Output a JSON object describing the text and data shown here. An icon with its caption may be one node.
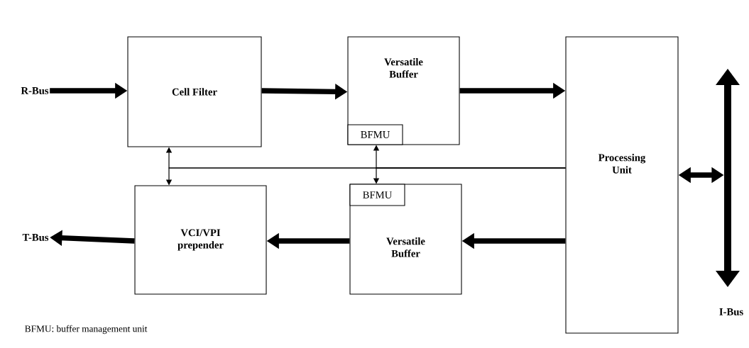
{
  "diagram": {
    "nodes": [
      {
        "text": [
          "R-Bus"
        ]
      },
      {
        "text": [
          "Cell Filter"
        ]
      },
      {
        "text": [
          "Versatile Buffer"
        ]
      },
      {
        "text": [
          "BFMU"
        ],
        "in": 2
      },
      {
        "text": [
          "Processing Unit"
        ]
      },
      {
        "text": [
          "VCI/VPI prepender"
        ]
      },
      {
        "text": [
          "Versatile Buffer"
        ]
      },
      {
        "text": [
          "BFMU"
        ],
        "in": 6
      },
      {
        "text": [
          "T-Bus"
        ]
      },
      {
        "text": [],
        "shape": "bar",
        "beside": [
          "I-Bus"
        ]
      }
    ],
    "edges": [
      {
        "from": 0,
        "to": 1,
        "arrow": "to"
      },
      {
        "from": 1,
        "to": 2,
        "arrow": "to"
      },
      {
        "from": 2,
        "to": 4,
        "arrow": "to"
      },
      {
        "from": 4,
        "to": 6,
        "arrow": "to"
      },
      {
        "from": 6,
        "to": 5,
        "arrow": "to"
      },
      {
        "from": 5,
        "to": 8,
        "arrow": "to"
      },
      {
        "from": 4,
        "to": 9,
        "arrow": "both"
      },
      {
        "from": 4,
        "to": 1,
        "arrow": "to"
      },
      {
        "from": 4,
        "to": 5,
        "arrow": "to"
      },
      {
        "from": 4,
        "to": 3,
        "arrow": "to"
      },
      {
        "from": 4,
        "to": 7,
        "arrow": "to"
      }
    ],
    "labels": [
      "BFMU: buffer management unit"
    ]
  }
}
